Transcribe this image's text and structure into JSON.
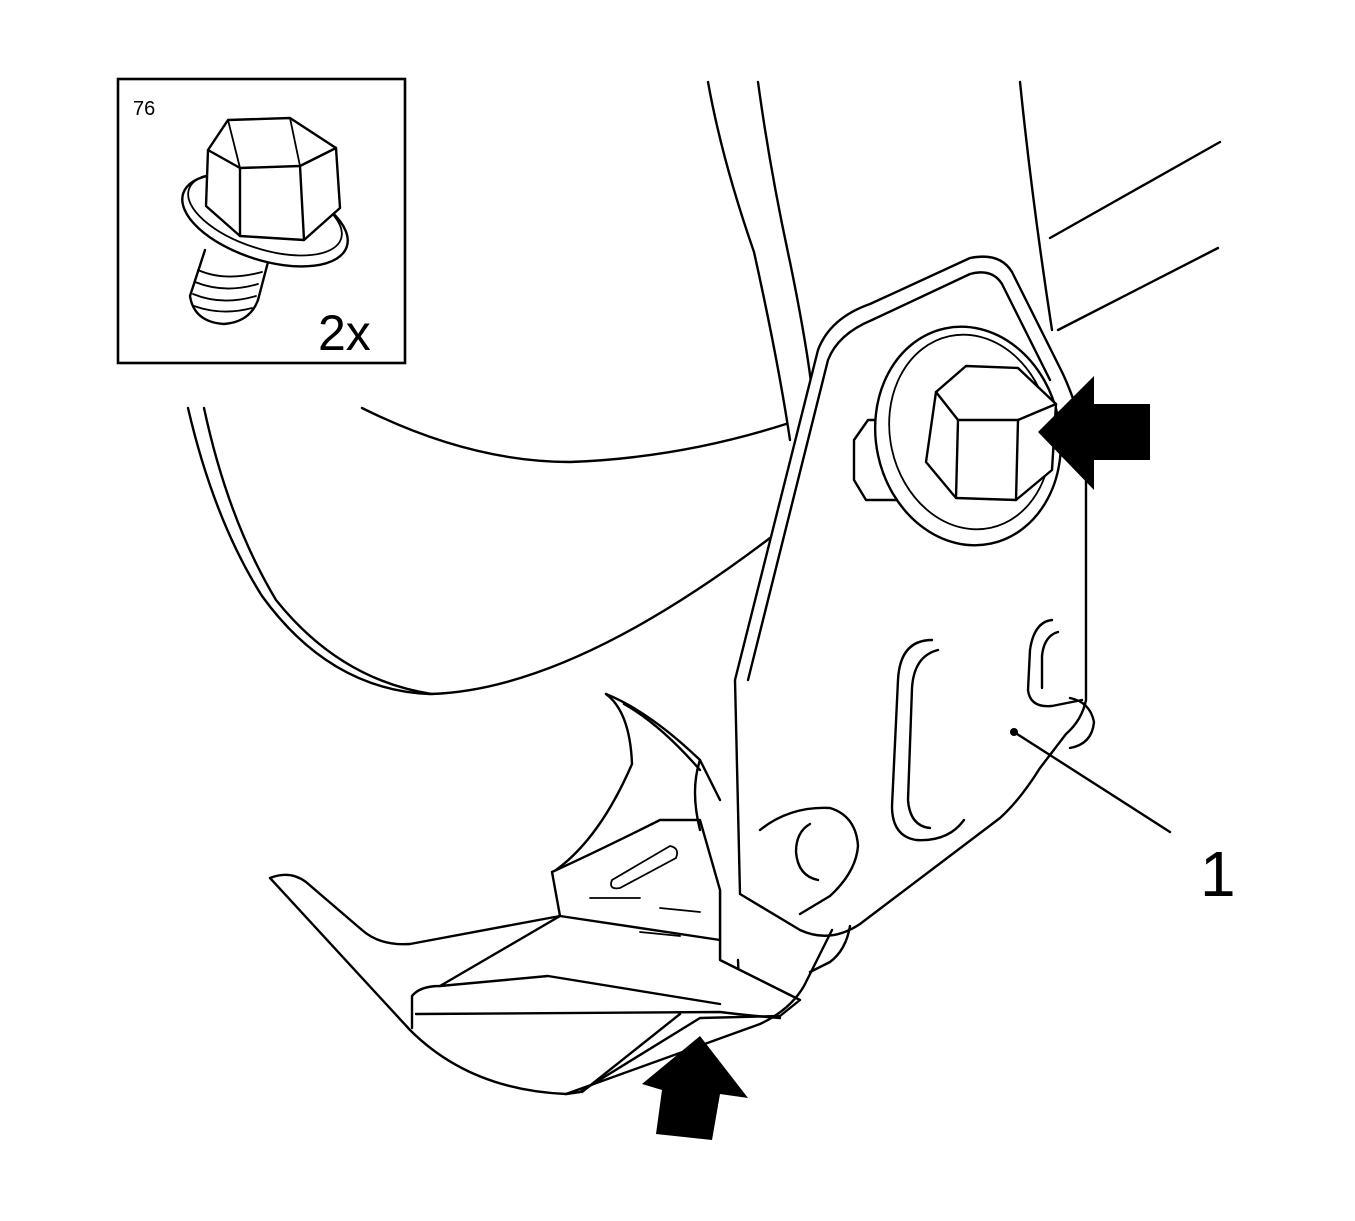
{
  "inset": {
    "ref_code": "76",
    "quantity": "2x",
    "fastener_icon": "flange-bolt-icon"
  },
  "callout": {
    "number": "1"
  },
  "arrows": {
    "icon": "solid-arrow-icon",
    "count": 2
  },
  "colors": {
    "ink": "#000000",
    "paper": "#ffffff"
  }
}
